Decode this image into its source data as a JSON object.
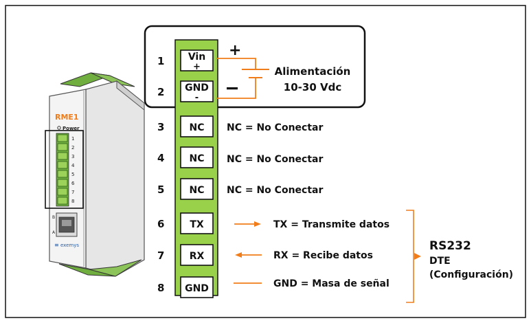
{
  "device": {
    "model": "RME1",
    "power_label": "Power",
    "led_numbers": [
      "1",
      "2",
      "3",
      "4",
      "5",
      "6",
      "7",
      "8"
    ],
    "port_b": "B",
    "port_a": "A",
    "brand": "exemys"
  },
  "pins": [
    {
      "number": "1",
      "label": "Vin",
      "sign": "+"
    },
    {
      "number": "2",
      "label": "GND",
      "sign": "-"
    },
    {
      "number": "3",
      "label": "NC",
      "sign": ""
    },
    {
      "number": "4",
      "label": "NC",
      "sign": ""
    },
    {
      "number": "5",
      "label": "NC",
      "sign": ""
    },
    {
      "number": "6",
      "label": "TX",
      "sign": ""
    },
    {
      "number": "7",
      "label": "RX",
      "sign": ""
    },
    {
      "number": "8",
      "label": "GND",
      "sign": ""
    }
  ],
  "power": {
    "plus_symbol": "+",
    "title": "Alimentación",
    "range": "10-30 Vdc"
  },
  "descriptions": {
    "nc3": "NC = No Conectar",
    "nc4": "NC = No Conectar",
    "nc5": "NC = No Conectar",
    "tx": "TX = Transmite datos",
    "rx": "RX = Recibe datos",
    "gnd": "GND = Masa de señal"
  },
  "interface": {
    "name": "RS232",
    "type": "DTE",
    "mode": "(Configuración)"
  },
  "colors": {
    "terminal_green": "#99d24a",
    "wire_orange": "#f07d1a",
    "outline": "#111111"
  }
}
